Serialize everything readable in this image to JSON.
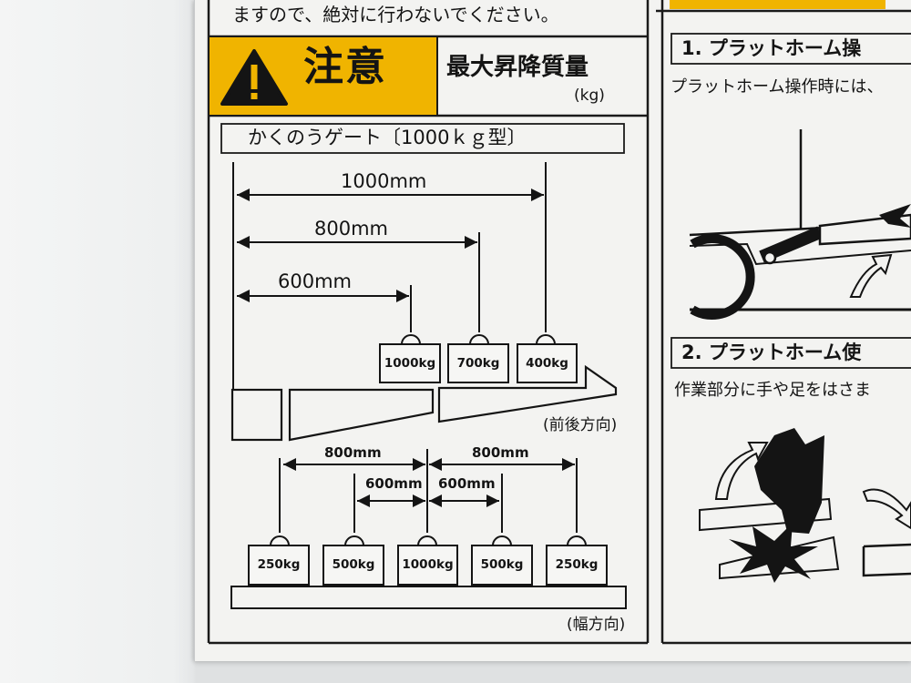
{
  "notice_top": "ますので、絶対に行わないでください。",
  "caution": {
    "label": "注意",
    "icon": "warning-triangle-icon",
    "accent": "#f0b400",
    "title": "最大昇降質量",
    "unit": "(kg)"
  },
  "gate": {
    "heading": "かくのうゲート〔1000ｋｇ型〕",
    "front_back": {
      "distances": [
        "1000mm",
        "800mm",
        "600mm"
      ],
      "weights": [
        "1000kg",
        "700kg",
        "400kg"
      ],
      "direction": "(前後方向)"
    },
    "width": {
      "distances_outer": [
        "800mm",
        "800mm"
      ],
      "distances_inner": [
        "600mm",
        "600mm"
      ],
      "weights": [
        "250kg",
        "500kg",
        "1000kg",
        "500kg",
        "250kg"
      ],
      "direction": "(幅方向)"
    }
  },
  "right_panel": {
    "step1_title": "1. プラットホーム操",
    "step1_text": "プラットホーム操作時には、",
    "step2_title": "2. プラットホーム使",
    "step2_text": "作業部分に手や足をはさま"
  }
}
